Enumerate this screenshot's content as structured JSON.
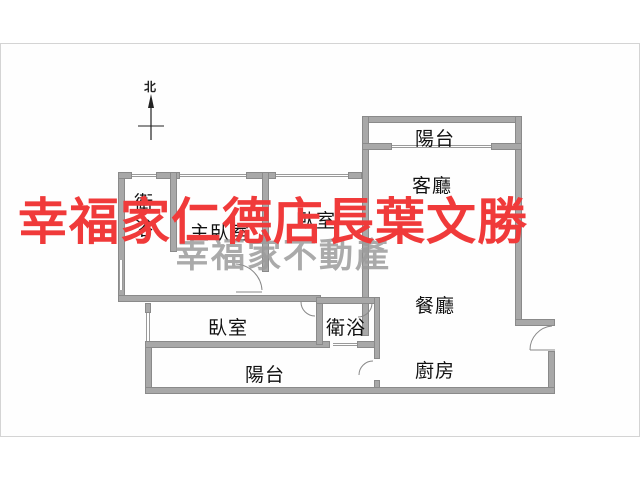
{
  "floorplan": {
    "compass": {
      "label": "北",
      "direction": "north"
    },
    "rooms": [
      {
        "id": "balcony-north",
        "label": "陽台"
      },
      {
        "id": "living-room",
        "label": "客廳"
      },
      {
        "id": "bath-1",
        "label_top": "衛",
        "label_bottom": "浴"
      },
      {
        "id": "master-bedroom",
        "label": "主臥室"
      },
      {
        "id": "bedroom-2",
        "label": "臥室"
      },
      {
        "id": "dining-room",
        "label": "餐廳"
      },
      {
        "id": "bedroom-3",
        "label": "臥室"
      },
      {
        "id": "bath-2",
        "label": "衛浴"
      },
      {
        "id": "balcony-south",
        "label": "陽台"
      },
      {
        "id": "kitchen",
        "label": "廚房"
      }
    ],
    "ghost_text": "幸福家不動產",
    "watermark": "幸福家仁德店長葉文勝",
    "colors": {
      "wall": "#a8a8a8",
      "watermark": "#f03a3a",
      "ghost": "#9c9c9c",
      "frame": "#d4d4d4"
    }
  }
}
